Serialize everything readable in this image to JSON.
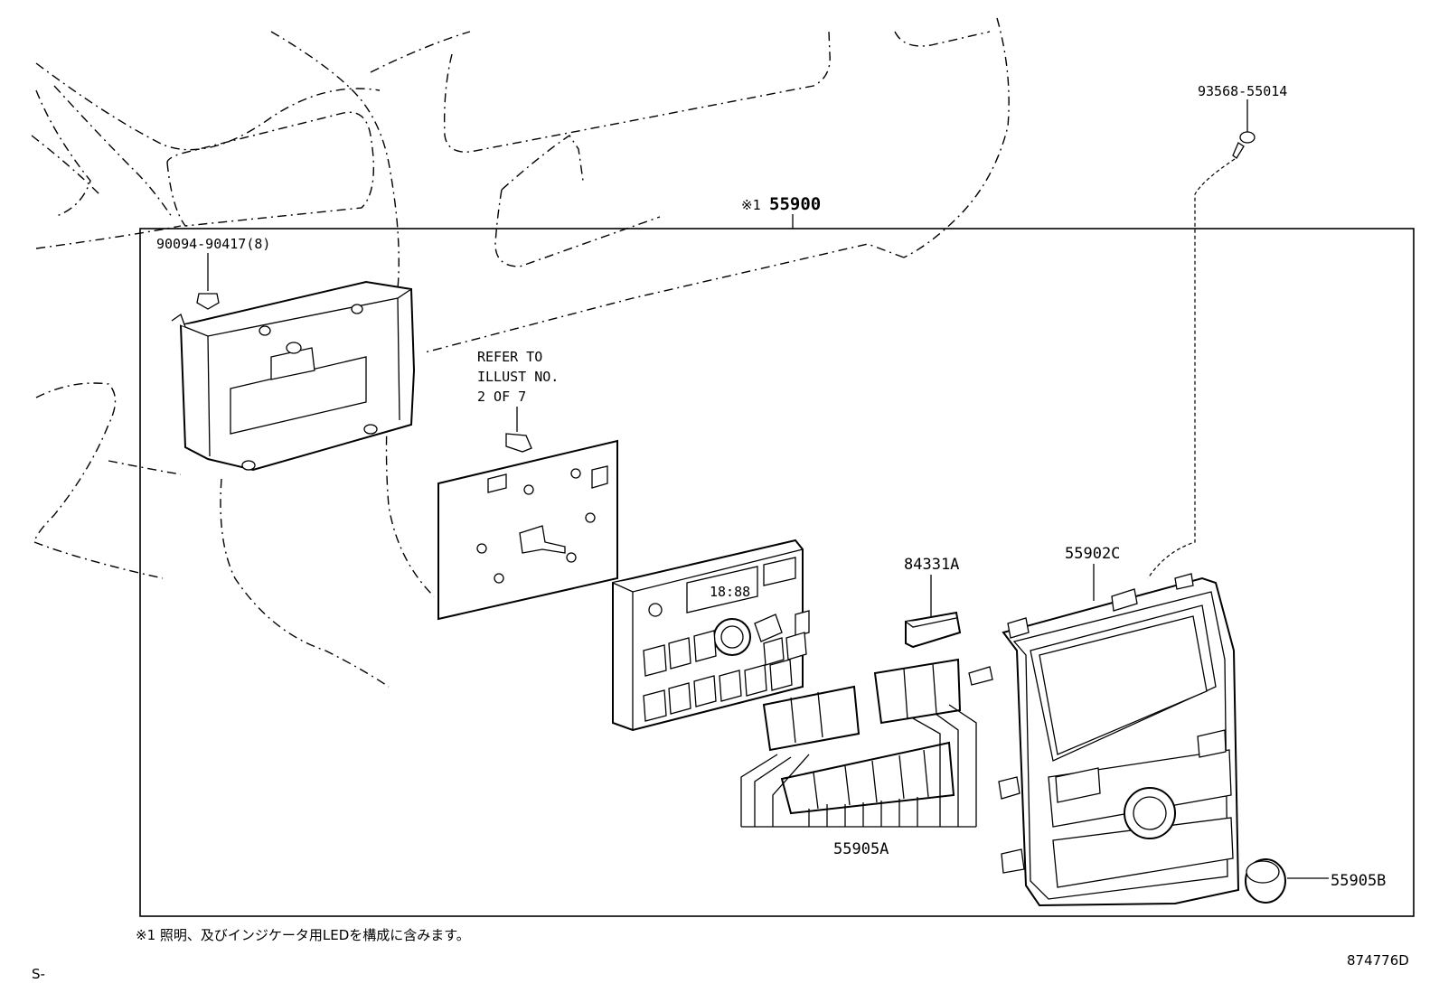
{
  "diagram": {
    "assembly": {
      "mark": "※1",
      "number": "55900"
    },
    "parts": {
      "bolt_top_right": "93568-55014",
      "screw_left": "90094-90417(8)",
      "refer_line1": "REFER TO",
      "refer_line2": "ILLUST NO.",
      "refer_line3": "2 OF 7",
      "knob_84331A": "84331A",
      "panel_55902C": "55902C",
      "buttons_55905A": "55905A",
      "knob_55905B": "55905B",
      "clock_display": "18:88"
    },
    "footnote": "※1 照明、及びインジケータ用LEDを構成に含みます。",
    "corner_left": "S-",
    "illustration_code": "874776D"
  }
}
